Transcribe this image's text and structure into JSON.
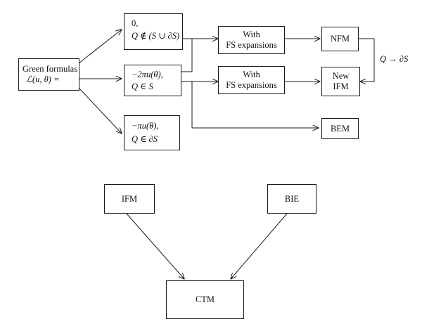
{
  "diagram": {
    "nodes": {
      "green": {
        "line1": "Green formulas",
        "line2": "ℒ(u, θ) ="
      },
      "outside": {
        "line1": "0,",
        "line2": "Q ∉ (S ∪ ∂S)"
      },
      "inside": {
        "line1": "−2πu(θ),",
        "line2": "Q ∈ S"
      },
      "boundary": {
        "line1": "−πu(θ),",
        "line2": "Q ∈ ∂S"
      },
      "fs1": {
        "line1": "With",
        "line2": "FS expansions"
      },
      "fs2": {
        "line1": "With",
        "line2": "FS expansions"
      },
      "nfm": {
        "label": "NFM"
      },
      "newifm": {
        "line1": "New",
        "line2": "IFM"
      },
      "bem": {
        "label": "BEM"
      },
      "ifm": {
        "label": "IFM"
      },
      "bie": {
        "label": "BIE"
      },
      "ctm": {
        "label": "CTM"
      }
    },
    "edge_labels": {
      "limit": "Q → ∂S"
    },
    "stroke_color": "#1a1a1a"
  }
}
